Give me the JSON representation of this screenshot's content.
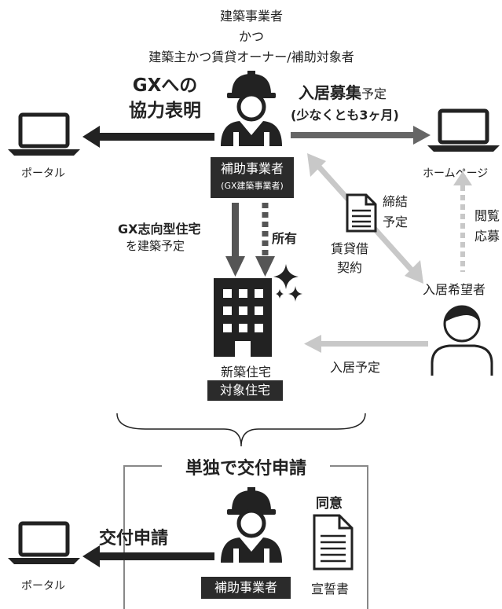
{
  "header": {
    "line1": "建築事業者",
    "line2": "かつ",
    "line3": "建築主かつ賃貸オーナー/補助対象者"
  },
  "left_top": {
    "gx_line1": "GXへの",
    "gx_line2": "協力表明",
    "portal_label": "ポータル"
  },
  "worker": {
    "label": "補助事業者",
    "sub_label": "(GX建築事業者)"
  },
  "right_top": {
    "bold_part": "入居募集",
    "normal_part": "予定",
    "sub": "(少なくとも3ヶ月)",
    "homepage_label": "ホームページ"
  },
  "middle": {
    "gx_build_bold": "GX志向型住宅",
    "gx_build_rest": "を建築予定",
    "owned": "所有",
    "contract_label_line1": "賃貸借",
    "contract_label_line2": "契約",
    "conclusion_line1": "締結",
    "conclusion_line2": "予定",
    "browse_line1": "閲覧",
    "browse_line2": "応募",
    "applicant_label": "入居希望者",
    "move_in": "入居予定"
  },
  "building": {
    "label": "新築住宅",
    "badge": "対象住宅"
  },
  "bottom": {
    "section_title": "単独で交付申請",
    "apply_label": "交付申請",
    "portal_label": "ポータル",
    "worker_badge": "補助事業者",
    "consent": "同意",
    "pledge": "宣誓書"
  }
}
